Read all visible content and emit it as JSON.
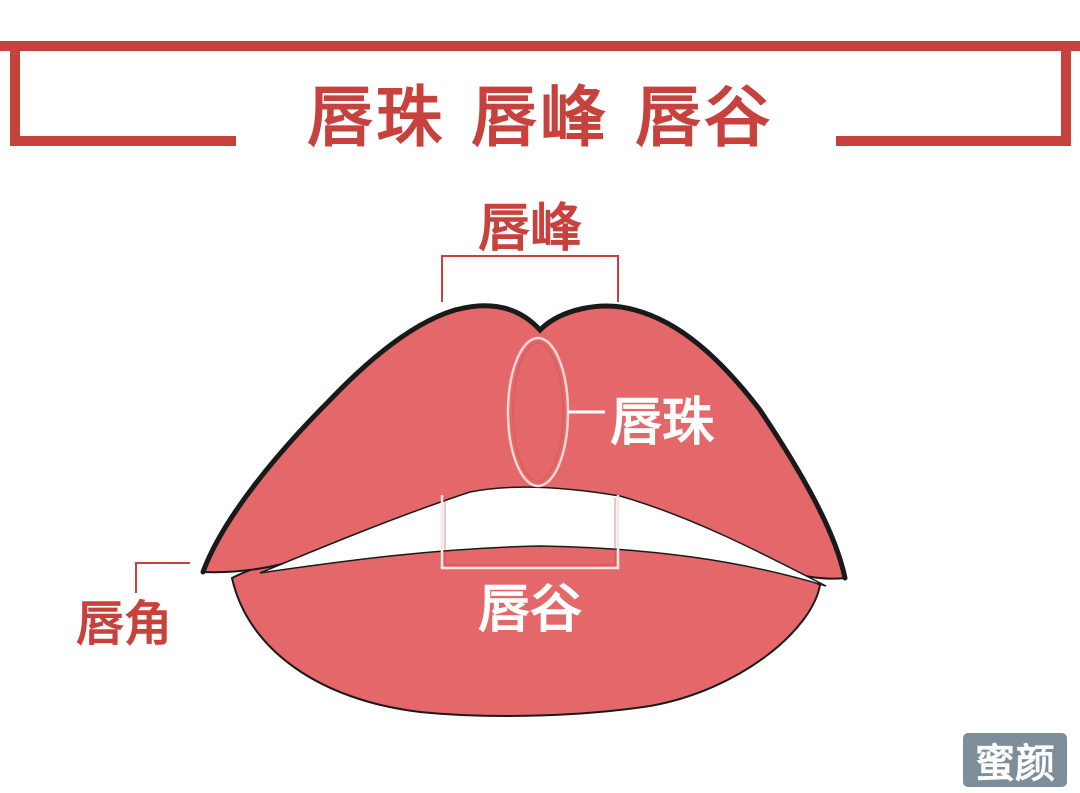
{
  "header": {
    "title": "唇珠 唇峰 唇谷"
  },
  "labels": {
    "lip_peak": "唇峰",
    "lip_bead": "唇珠",
    "lip_valley": "唇谷",
    "lip_corner": "唇角"
  },
  "watermark": "蜜颜",
  "colors": {
    "accent": "#c8423d",
    "lip_fill": "#e4686a",
    "outline": "#1a1a1a",
    "background": "#ffffff"
  }
}
